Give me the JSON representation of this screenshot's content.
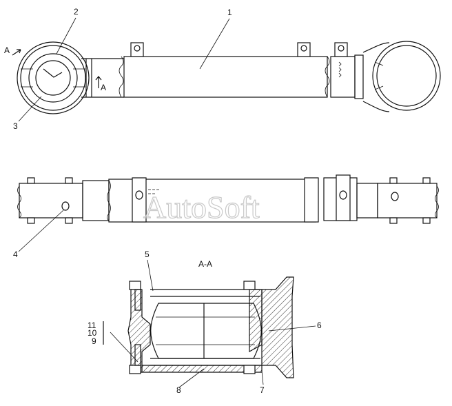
{
  "callouts": {
    "c1": "1",
    "c2": "2",
    "c3": "3",
    "c4": "4",
    "c5": "5",
    "c6": "6",
    "c7": "7",
    "c8": "8",
    "c9": "9",
    "c10": "10",
    "c11": "11"
  },
  "view_marks": {
    "arrow_a": "A",
    "arrow_a2": "A"
  },
  "section_title": "A-A",
  "watermark": "AutoSoft"
}
